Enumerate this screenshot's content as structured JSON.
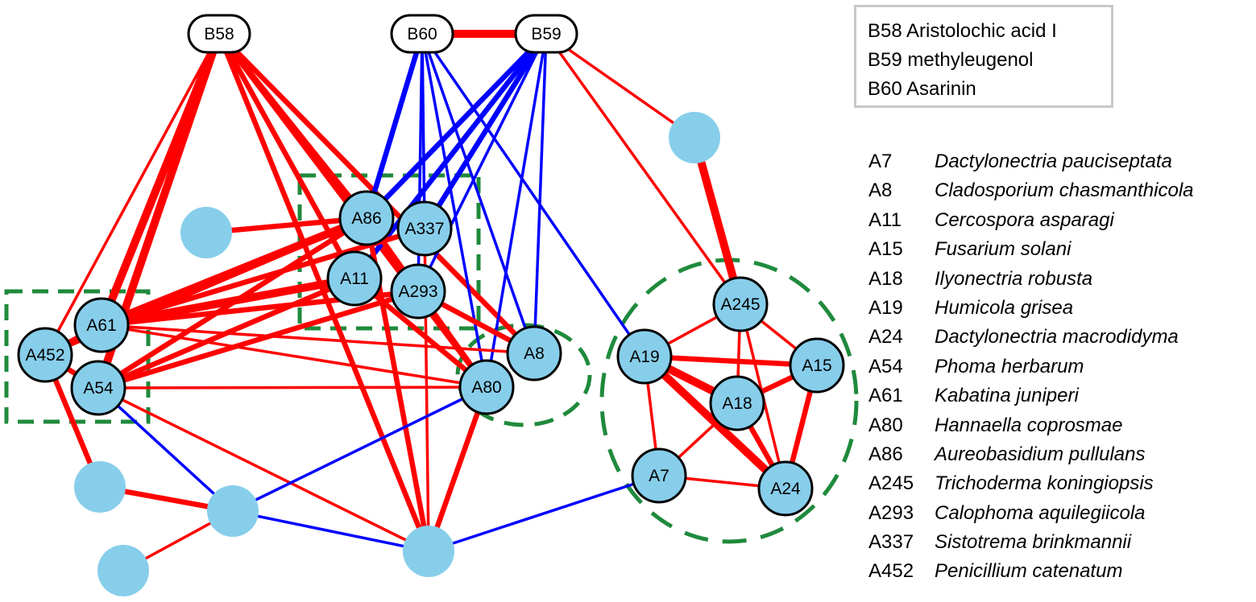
{
  "compound_legend": [
    {
      "code": "B58",
      "name": "Aristolochic acid I"
    },
    {
      "code": "B59",
      "name": "methyleugenol"
    },
    {
      "code": "B60",
      "name": "Asarinin"
    }
  ],
  "taxa_legend": [
    {
      "code": "A7",
      "name": "Dactylonectria pauciseptata"
    },
    {
      "code": "A8",
      "name": "Cladosporium chasmanthicola"
    },
    {
      "code": "A11",
      "name": "Cercospora asparagi"
    },
    {
      "code": "A15",
      "name": "Fusarium solani"
    },
    {
      "code": "A18",
      "name": "Ilyonectria robusta"
    },
    {
      "code": "A19",
      "name": "Humicola grisea"
    },
    {
      "code": "A24",
      "name": "Dactylonectria macrodidyma"
    },
    {
      "code": "A54",
      "name": "Phoma herbarum"
    },
    {
      "code": "A61",
      "name": "Kabatina juniperi"
    },
    {
      "code": "A80",
      "name": "Hannaella coprosmae"
    },
    {
      "code": "A86",
      "name": "Aureobasidium pullulans"
    },
    {
      "code": "A245",
      "name": "Trichoderma koningiopsis"
    },
    {
      "code": "A293",
      "name": "Calophoma aquilegiicola"
    },
    {
      "code": "A337",
      "name": "Sistotrema brinkmannii"
    },
    {
      "code": "A452",
      "name": "Penicillium catenatum"
    }
  ],
  "colors": {
    "positive_edge": "#ff0000",
    "negative_edge": "#0000ff",
    "node_fill": "#87ceeb",
    "compound_fill": "#ffffff",
    "module_outline": "#1f8a3c"
  },
  "nodes": [
    {
      "id": "B58",
      "label": "B58",
      "kind": "compound"
    },
    {
      "id": "B60",
      "label": "B60",
      "kind": "compound"
    },
    {
      "id": "B59",
      "label": "B59",
      "kind": "compound"
    },
    {
      "id": "A86",
      "label": "A86",
      "kind": "labeled"
    },
    {
      "id": "A337",
      "label": "A337",
      "kind": "labeled"
    },
    {
      "id": "A11",
      "label": "A11",
      "kind": "labeled"
    },
    {
      "id": "A293",
      "label": "A293",
      "kind": "labeled"
    },
    {
      "id": "A61",
      "label": "A61",
      "kind": "labeled"
    },
    {
      "id": "A452",
      "label": "A452",
      "kind": "labeled"
    },
    {
      "id": "A54",
      "label": "A54",
      "kind": "labeled"
    },
    {
      "id": "A8",
      "label": "A8",
      "kind": "labeled"
    },
    {
      "id": "A80",
      "label": "A80",
      "kind": "labeled"
    },
    {
      "id": "A19",
      "label": "A19",
      "kind": "labeled"
    },
    {
      "id": "A245",
      "label": "A245",
      "kind": "labeled"
    },
    {
      "id": "A15",
      "label": "A15",
      "kind": "labeled"
    },
    {
      "id": "A18",
      "label": "A18",
      "kind": "labeled"
    },
    {
      "id": "A7",
      "label": "A7",
      "kind": "labeled"
    },
    {
      "id": "A24",
      "label": "A24",
      "kind": "labeled"
    },
    {
      "id": "U1",
      "label": "",
      "kind": "unlabeled"
    },
    {
      "id": "U2",
      "label": "",
      "kind": "unlabeled"
    },
    {
      "id": "U3",
      "label": "",
      "kind": "unlabeled"
    },
    {
      "id": "U4",
      "label": "",
      "kind": "unlabeled"
    },
    {
      "id": "U5",
      "label": "",
      "kind": "unlabeled"
    },
    {
      "id": "U6",
      "label": "",
      "kind": "unlabeled"
    }
  ],
  "edges": [
    {
      "from": "B60",
      "to": "B59",
      "sign": "positive",
      "weight": 3
    },
    {
      "from": "B58",
      "to": "A61",
      "sign": "positive",
      "weight": 3
    },
    {
      "from": "B58",
      "to": "A54",
      "sign": "positive",
      "weight": 3
    },
    {
      "from": "B58",
      "to": "A452",
      "sign": "positive",
      "weight": 1
    },
    {
      "from": "B58",
      "to": "A86",
      "sign": "positive",
      "weight": 2
    },
    {
      "from": "B58",
      "to": "A11",
      "sign": "positive",
      "weight": 2
    },
    {
      "from": "B58",
      "to": "A293",
      "sign": "positive",
      "weight": 2
    },
    {
      "from": "B58",
      "to": "A8",
      "sign": "positive",
      "weight": 2
    },
    {
      "from": "B58",
      "to": "A80",
      "sign": "positive",
      "weight": 2
    },
    {
      "from": "B58",
      "to": "U4",
      "sign": "positive",
      "weight": 2
    },
    {
      "from": "B60",
      "to": "A86",
      "sign": "negative",
      "weight": 2
    },
    {
      "from": "B60",
      "to": "A337",
      "sign": "negative",
      "weight": 1
    },
    {
      "from": "B60",
      "to": "A293",
      "sign": "negative",
      "weight": 1
    },
    {
      "from": "B60",
      "to": "A8",
      "sign": "negative",
      "weight": 1
    },
    {
      "from": "B60",
      "to": "A80",
      "sign": "negative",
      "weight": 1
    },
    {
      "from": "B60",
      "to": "A19",
      "sign": "negative",
      "weight": 1
    },
    {
      "from": "B59",
      "to": "A86",
      "sign": "negative",
      "weight": 2
    },
    {
      "from": "B59",
      "to": "A337",
      "sign": "negative",
      "weight": 2
    },
    {
      "from": "B59",
      "to": "A11",
      "sign": "negative",
      "weight": 2
    },
    {
      "from": "B59",
      "to": "A293",
      "sign": "negative",
      "weight": 1
    },
    {
      "from": "B59",
      "to": "A8",
      "sign": "negative",
      "weight": 1
    },
    {
      "from": "B59",
      "to": "A80",
      "sign": "negative",
      "weight": 1
    },
    {
      "from": "B59",
      "to": "U1",
      "sign": "positive",
      "weight": 1
    },
    {
      "from": "B59",
      "to": "A245",
      "sign": "positive",
      "weight": 1
    },
    {
      "from": "U1",
      "to": "A245",
      "sign": "positive",
      "weight": 3
    },
    {
      "from": "U6",
      "to": "A86",
      "sign": "positive",
      "weight": 2
    },
    {
      "from": "A61",
      "to": "A86",
      "sign": "positive",
      "weight": 3
    },
    {
      "from": "A61",
      "to": "A337",
      "sign": "positive",
      "weight": 2
    },
    {
      "from": "A61",
      "to": "A11",
      "sign": "positive",
      "weight": 3
    },
    {
      "from": "A61",
      "to": "A293",
      "sign": "positive",
      "weight": 2
    },
    {
      "from": "A61",
      "to": "A8",
      "sign": "positive",
      "weight": 1
    },
    {
      "from": "A61",
      "to": "A80",
      "sign": "positive",
      "weight": 1
    },
    {
      "from": "A54",
      "to": "A86",
      "sign": "positive",
      "weight": 2
    },
    {
      "from": "A54",
      "to": "A11",
      "sign": "positive",
      "weight": 2
    },
    {
      "from": "A54",
      "to": "A293",
      "sign": "positive",
      "weight": 2
    },
    {
      "from": "A54",
      "to": "A80",
      "sign": "positive",
      "weight": 1
    },
    {
      "from": "A54",
      "to": "U4",
      "sign": "positive",
      "weight": 1
    },
    {
      "from": "A54",
      "to": "U3",
      "sign": "negative",
      "weight": 1
    },
    {
      "from": "A452",
      "to": "A61",
      "sign": "positive",
      "weight": 2
    },
    {
      "from": "A452",
      "to": "A54",
      "sign": "positive",
      "weight": 2
    },
    {
      "from": "A452",
      "to": "A86",
      "sign": "positive",
      "weight": 2
    },
    {
      "from": "A452",
      "to": "U2",
      "sign": "positive",
      "weight": 2
    },
    {
      "from": "A86",
      "to": "A80",
      "sign": "positive",
      "weight": 2
    },
    {
      "from": "A86",
      "to": "U4",
      "sign": "positive",
      "weight": 2
    },
    {
      "from": "A11",
      "to": "A80",
      "sign": "positive",
      "weight": 2
    },
    {
      "from": "A293",
      "to": "A8",
      "sign": "positive",
      "weight": 2
    },
    {
      "from": "A293",
      "to": "A80",
      "sign": "positive",
      "weight": 2
    },
    {
      "from": "A337",
      "to": "U4",
      "sign": "positive",
      "weight": 1
    },
    {
      "from": "A80",
      "to": "U4",
      "sign": "positive",
      "weight": 2
    },
    {
      "from": "A80",
      "to": "U3",
      "sign": "negative",
      "weight": 1
    },
    {
      "from": "U2",
      "to": "U3",
      "sign": "positive",
      "weight": 2
    },
    {
      "from": "U3",
      "to": "U5",
      "sign": "positive",
      "weight": 1
    },
    {
      "from": "U3",
      "to": "U4",
      "sign": "negative",
      "weight": 1
    },
    {
      "from": "U4",
      "to": "A7",
      "sign": "negative",
      "weight": 1
    },
    {
      "from": "A19",
      "to": "A245",
      "sign": "positive",
      "weight": 1
    },
    {
      "from": "A19",
      "to": "A15",
      "sign": "positive",
      "weight": 2
    },
    {
      "from": "A19",
      "to": "A18",
      "sign": "positive",
      "weight": 3
    },
    {
      "from": "A19",
      "to": "A24",
      "sign": "positive",
      "weight": 3
    },
    {
      "from": "A19",
      "to": "A7",
      "sign": "positive",
      "weight": 1
    },
    {
      "from": "A245",
      "to": "A15",
      "sign": "positive",
      "weight": 1
    },
    {
      "from": "A245",
      "to": "A18",
      "sign": "positive",
      "weight": 1
    },
    {
      "from": "A245",
      "to": "A24",
      "sign": "positive",
      "weight": 1
    },
    {
      "from": "A15",
      "to": "A18",
      "sign": "positive",
      "weight": 2
    },
    {
      "from": "A15",
      "to": "A24",
      "sign": "positive",
      "weight": 2
    },
    {
      "from": "A18",
      "to": "A24",
      "sign": "positive",
      "weight": 2
    },
    {
      "from": "A18",
      "to": "A7",
      "sign": "positive",
      "weight": 1
    },
    {
      "from": "A7",
      "to": "A24",
      "sign": "positive",
      "weight": 1
    }
  ]
}
